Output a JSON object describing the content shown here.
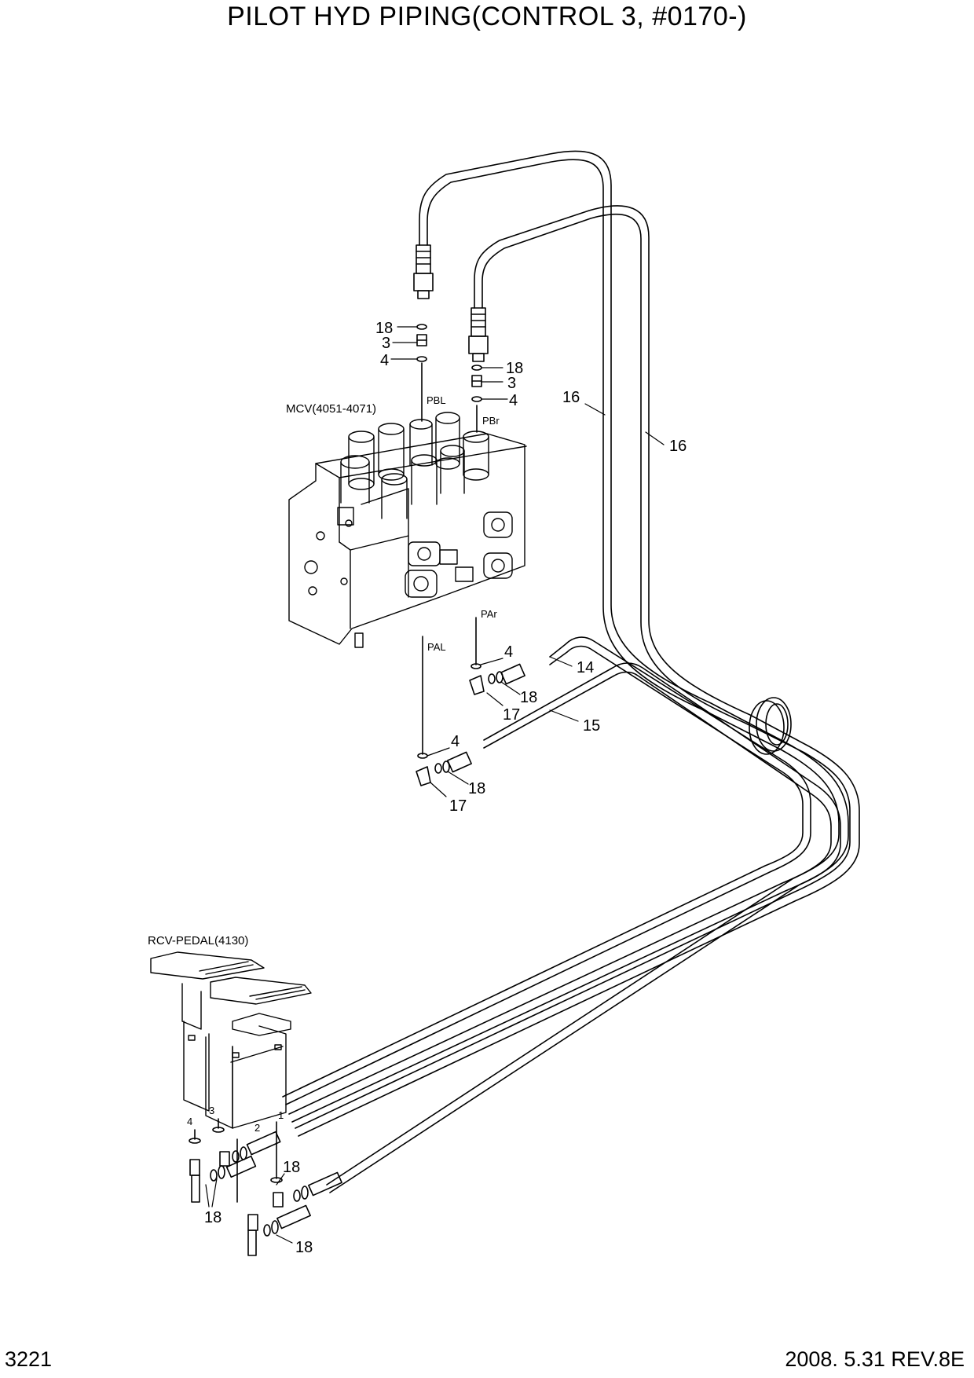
{
  "title": "PILOT HYD PIPING(CONTROL 3, #0170-)",
  "footer": {
    "page_number": "3221",
    "date_rev": "2008. 5.31  REV.8E"
  },
  "components": {
    "mcv": "MCV(4051-4071)",
    "rcv_pedal": "RCV-PEDAL(4130)"
  },
  "ports": {
    "pbl": "PBL",
    "pbr": "PBr",
    "par": "PAr",
    "pal": "PAL"
  },
  "pedal_ports": {
    "p1": "1",
    "p2": "2",
    "p3": "3",
    "p4": "4"
  },
  "callouts": {
    "c18a": "18",
    "c3a": "3",
    "c4a": "4",
    "c18b": "18",
    "c3b": "3",
    "c4b": "4",
    "c16a": "16",
    "c16b": "16",
    "c4c": "4",
    "c14": "14",
    "c18c": "18",
    "c17a": "17",
    "c15": "15",
    "c4d": "4",
    "c18d": "18",
    "c17b": "17",
    "c18e": "18",
    "c18f": "18",
    "c18g": "18"
  }
}
